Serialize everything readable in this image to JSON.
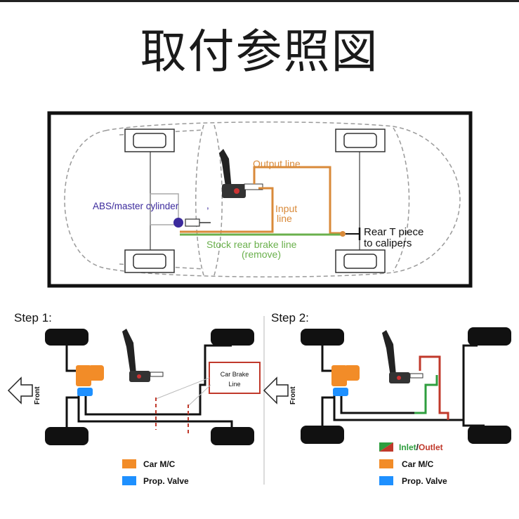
{
  "title": "取付参照図",
  "top_diagram": {
    "labels": {
      "abs": "ABS/master cylinder",
      "output": "Output line",
      "input_1": "Input",
      "input_2": "line",
      "stock_1": "Stock rear brake line",
      "stock_2": "(remove)",
      "rear_1": "Rear T piece",
      "rear_2": "to calipers"
    },
    "colors": {
      "abs": "#3b2a9c",
      "output": "#d98a3a",
      "input": "#d98a3a",
      "stock": "#6ab04c",
      "frame": "#111111",
      "car_outline": "#9a9a9a"
    }
  },
  "step1": {
    "heading": "Step 1:",
    "front_label": "Front",
    "box_label_1": "Car Brake",
    "box_label_2": "Line",
    "legend": [
      {
        "label": "Car M/C",
        "color": "#f28c28"
      },
      {
        "label": "Prop. Valve",
        "color": "#1e90ff"
      }
    ]
  },
  "step2": {
    "heading": "Step 2:",
    "legend_inlet": "Inlet",
    "legend_sep": "/",
    "legend_outlet": "Outlet",
    "legend": [
      {
        "label": "Car M/C",
        "color": "#f28c28"
      },
      {
        "label": "Prop. Valve",
        "color": "#1e90ff"
      }
    ],
    "colors": {
      "inlet": "#2e9e3e",
      "outlet": "#c0392b"
    }
  }
}
